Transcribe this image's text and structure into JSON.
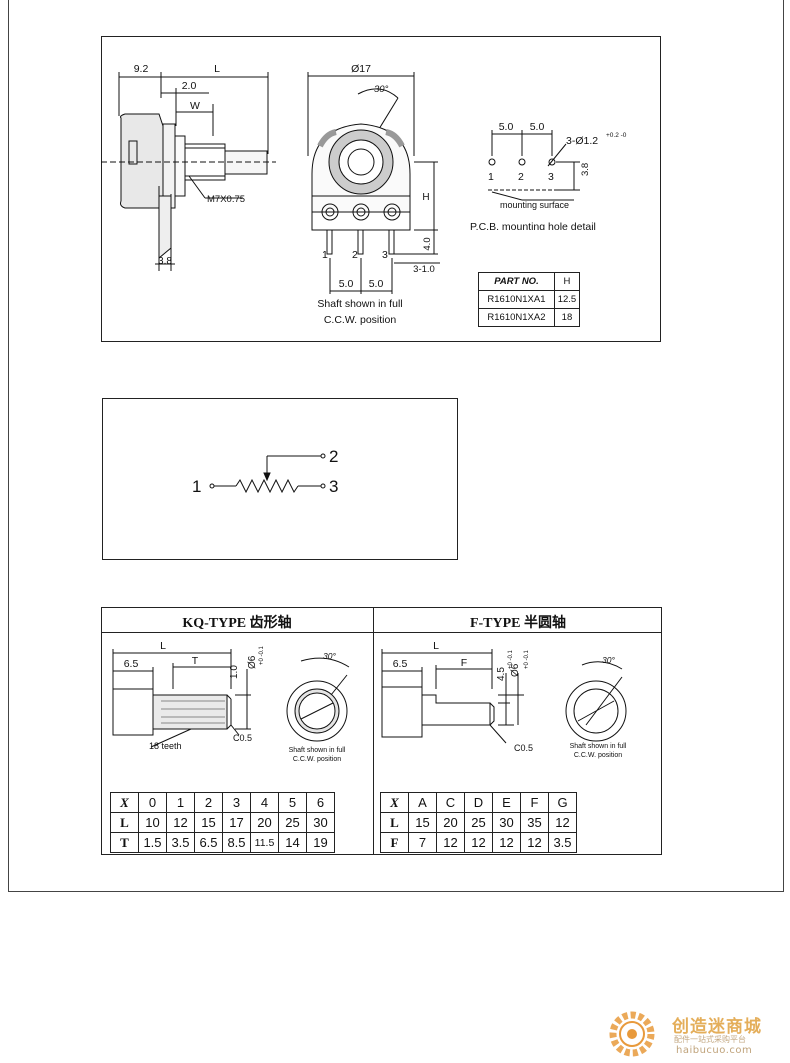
{
  "drawing1": {
    "dims": {
      "d92": "9.2",
      "L": "L",
      "d20": "2.0",
      "W": "W",
      "phi17": "Ø17",
      "angle": "30°",
      "H": "H",
      "d40": "4.0",
      "d31": "3-1.0",
      "d38": "3.8",
      "d50a": "5.0",
      "d50b": "5.0",
      "d50c": "5.0",
      "d50d": "5.0",
      "thread": "M7X0.75",
      "hole": "3-Ø1.2",
      "holeTol": "+0.2 -0",
      "mount": "mounting surface"
    },
    "pins": [
      "1",
      "2",
      "3"
    ],
    "pins_pcb": [
      "1",
      "2",
      "3"
    ],
    "caption_line1": "Shaft shown in full",
    "caption_line2": "C.C.W. position",
    "pcb_label": "P.C.B. mounting hole detail",
    "table_headers": [
      "PART NO.",
      "H"
    ],
    "table_rows": [
      [
        "R1610N1XA1",
        "12.5"
      ],
      [
        "R1610N1XA2",
        "18"
      ]
    ]
  },
  "schematic": {
    "pin1": "1",
    "pin2": "2",
    "pin3": "3"
  },
  "shafts": {
    "kq_title": "KQ-TYPE 齿形轴",
    "f_title": "F-TYPE 半圆轴",
    "kq_dims": {
      "d65": "6.5",
      "L": "L",
      "T": "T",
      "d10": "1.0",
      "phi6": "Ø6",
      "tol6": "+0 -0.1",
      "teeth": "18 teeth",
      "c05": "C0.5",
      "angle": "30°"
    },
    "f_dims": {
      "d65": "6.5",
      "L": "L",
      "F": "F",
      "d45": "4.5",
      "tol45": "+0 -0.1",
      "phi6": "Ø6",
      "tol6": "+0 -0.1",
      "c05": "C0.5",
      "angle": "30°"
    },
    "caption_line1": "Shaft shown in full",
    "caption_line2": "C.C.W. position",
    "kq_table": {
      "header": [
        "X",
        "0",
        "1",
        "2",
        "3",
        "4",
        "5",
        "6"
      ],
      "L": [
        "L",
        "10",
        "12",
        "15",
        "17",
        "20",
        "25",
        "30"
      ],
      "T": [
        "T",
        "1.5",
        "3.5",
        "6.5",
        "8.5",
        "11.5",
        "14",
        "19"
      ]
    },
    "f_table": {
      "header": [
        "X",
        "A",
        "C",
        "D",
        "E",
        "F",
        "G"
      ],
      "L": [
        "L",
        "15",
        "20",
        "25",
        "30",
        "35",
        "12"
      ],
      "F": [
        "F",
        "7",
        "12",
        "12",
        "12",
        "12",
        "3.5"
      ]
    }
  },
  "watermark": {
    "cn_text": "创造迷商城",
    "sub_text": "配件一站式采购平台",
    "domain": "haibucuo.com"
  }
}
